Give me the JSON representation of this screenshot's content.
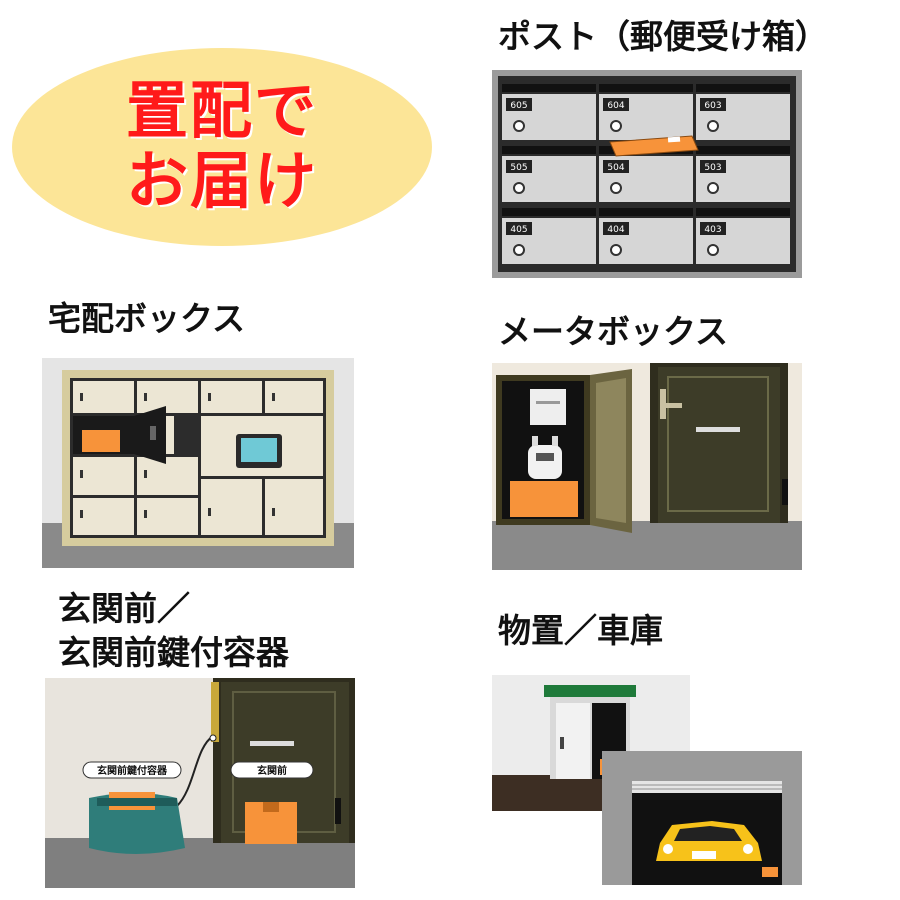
{
  "badge": {
    "line1": "置配で",
    "line2": "お届け"
  },
  "sections": {
    "post": {
      "caption": "ポスト（郵便受け箱）",
      "boxes": [
        "605",
        "604",
        "603",
        "505",
        "504",
        "503",
        "405",
        "404",
        "403"
      ]
    },
    "delivery_box": {
      "caption": "宅配ボックス"
    },
    "meter_box": {
      "caption": "メータボックス"
    },
    "entrance": {
      "caption_line1": "玄関前／",
      "caption_line2": "玄関前鍵付容器",
      "label_container": "玄関前鍵付容器",
      "label_door": "玄関前"
    },
    "storage": {
      "caption": "物置／車庫"
    }
  },
  "colors": {
    "badge_bg": "#fce597",
    "badge_text": "#ff1a1a",
    "package": "#f7933a"
  }
}
